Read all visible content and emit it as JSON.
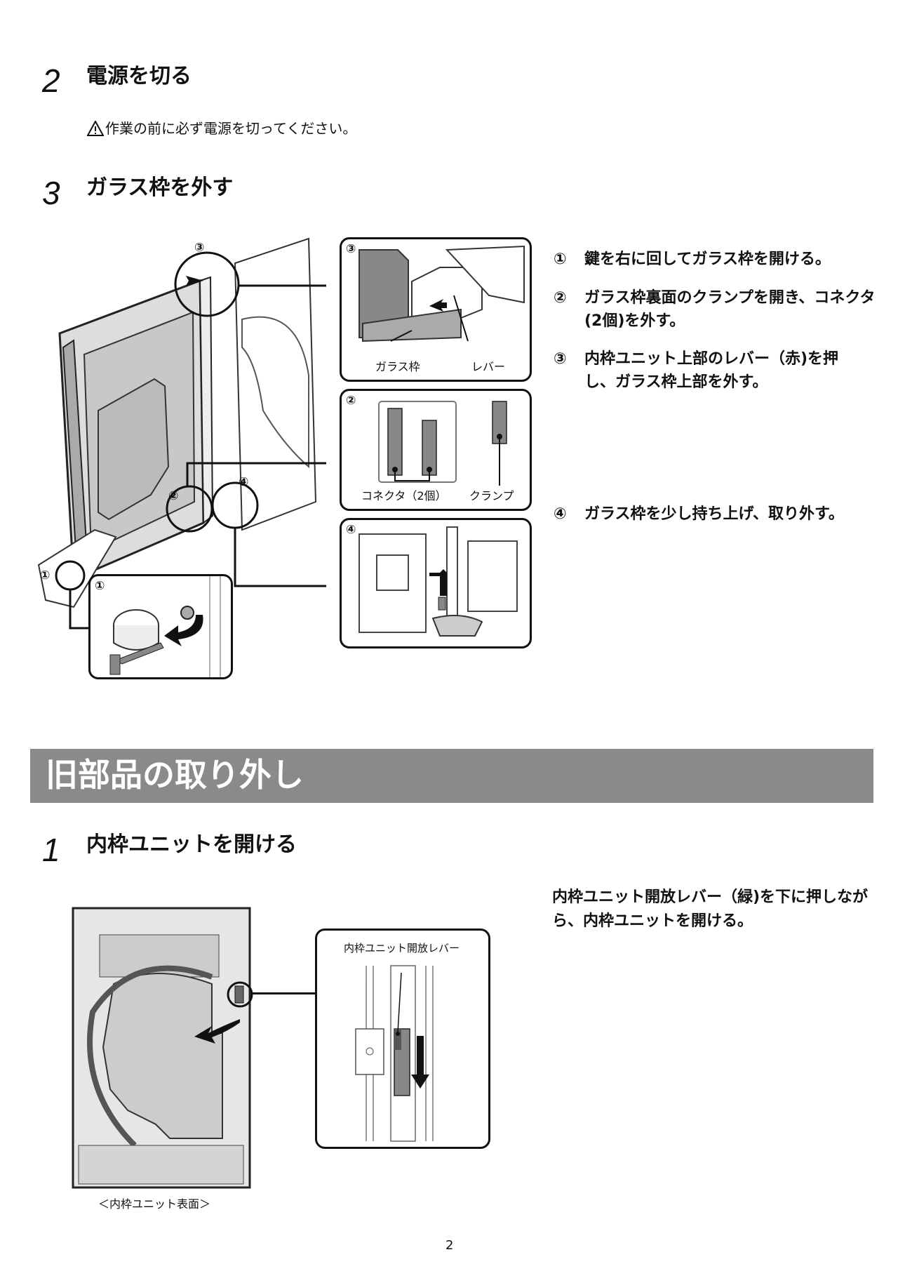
{
  "section_prep": {
    "step2": {
      "number": "2",
      "title": "電源を切る",
      "warning_icon": "warning-triangle-icon",
      "warning": "作業の前に必ず電源を切ってください。"
    },
    "step3": {
      "number": "3",
      "title": "ガラス枠を外す",
      "callouts": [
        "①",
        "②",
        "③",
        "④"
      ],
      "inset3": {
        "badge": "③",
        "label_glass": "ガラス枠",
        "label_lever": "レバー"
      },
      "inset2": {
        "badge": "②",
        "label_connector": "コネクタ（2個）",
        "label_clamp": "クランプ"
      },
      "inset4": {
        "badge": "④"
      },
      "inset1": {
        "badge": "①"
      },
      "instructions": [
        {
          "num": "①",
          "text": "鍵を右に回してガラス枠を開ける。"
        },
        {
          "num": "②",
          "text": "ガラス枠裏面のクランプを開き、コネクタ(2個)を外す。"
        },
        {
          "num": "③",
          "text": "内枠ユニット上部のレバー（赤)を押し、ガラス枠上部を外す。"
        },
        {
          "num": "④",
          "text": "ガラス枠を少し持ち上げ、取り外す。"
        }
      ]
    }
  },
  "section_removal": {
    "banner": "旧部品の取り外し",
    "step1": {
      "number": "1",
      "title": "内枠ユニットを開ける",
      "instruction": "内枠ユニット開放レバー（緑)を下に押しながら、内枠ユニットを開ける。",
      "inset_label": "内枠ユニット開放レバー",
      "caption": "＜内枠ユニット表面＞"
    }
  },
  "page_number": "2"
}
